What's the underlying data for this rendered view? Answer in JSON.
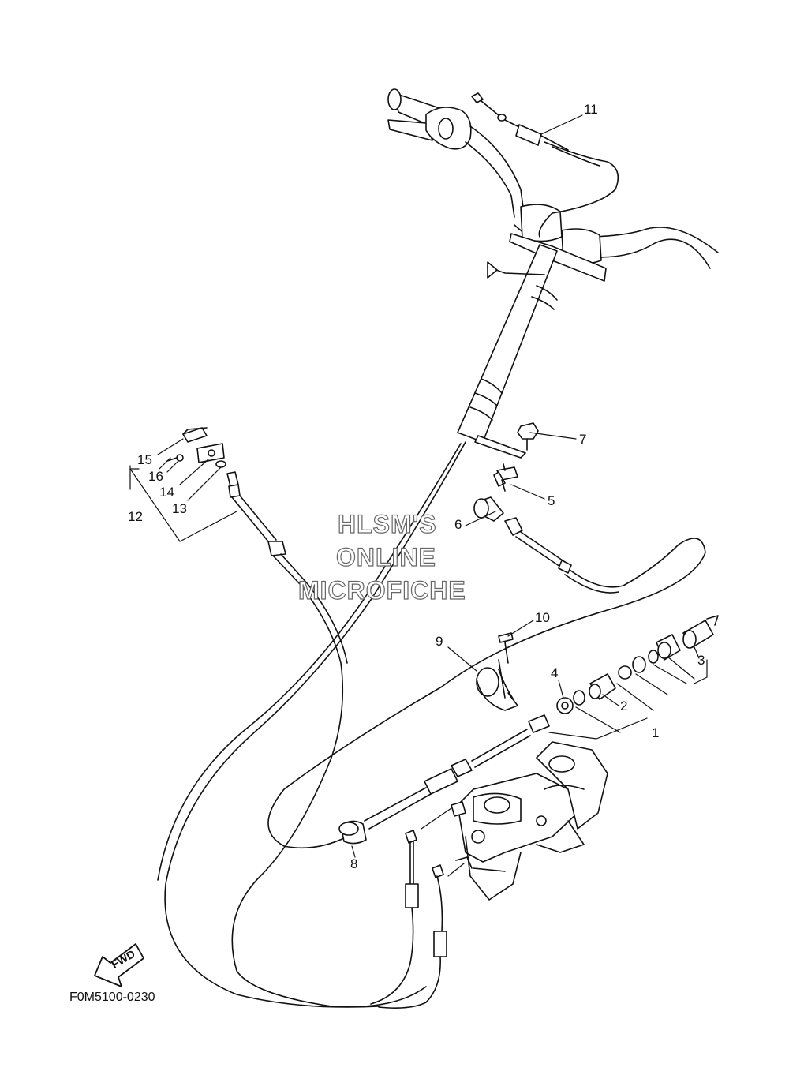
{
  "labels": {
    "p1": "1",
    "p2": "2",
    "p3": "3",
    "p4": "4",
    "p5": "5",
    "p6": "6",
    "p7": "7",
    "p8": "8",
    "p9": "9",
    "p10": "10",
    "p11": "11",
    "p12": "12",
    "p13": "13",
    "p14": "14",
    "p15": "15",
    "p16": "16"
  },
  "watermark": {
    "line1": "HLSM'S",
    "line2": "ONLINE",
    "line3": "MICROFICHE"
  },
  "fwd": "FWD",
  "doc_code": "F0M5100-0230"
}
